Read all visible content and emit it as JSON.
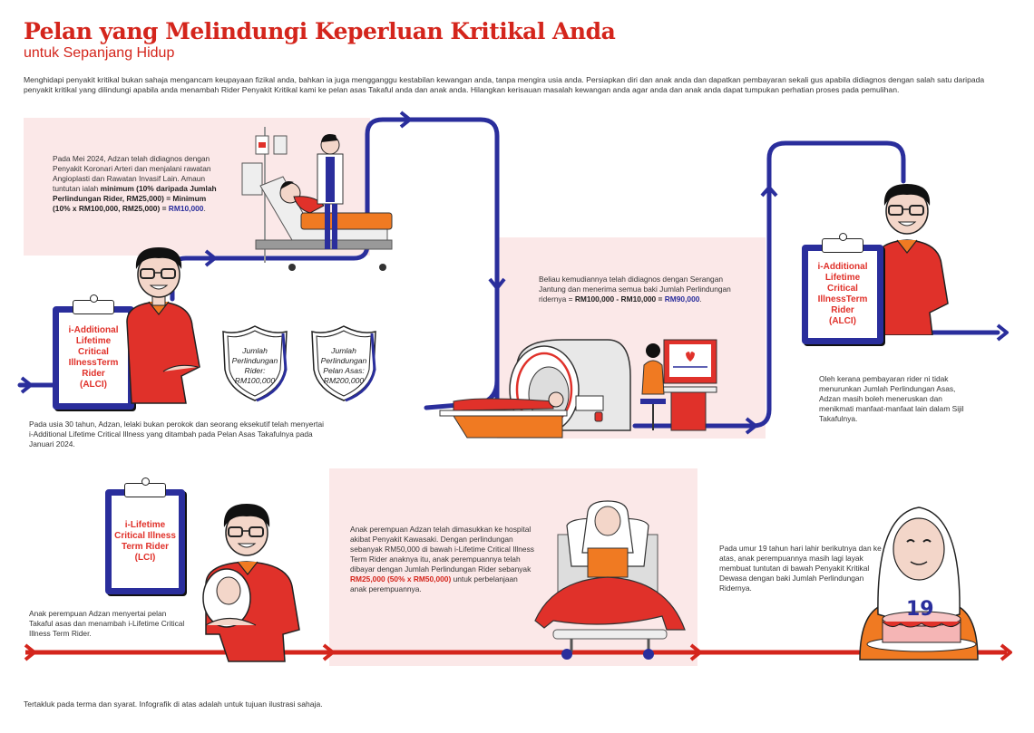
{
  "header": {
    "title": "Pelan yang Melindungi Keperluan Kritikal Anda",
    "subtitle": "untuk Sepanjang Hidup",
    "intro": "Menghidapi penyakit kritikal bukan sahaja mengancam keupayaan fizikal anda, bahkan ia juga mengganggu kestabilan kewangan anda, tanpa mengira usia anda. Persiapkan diri dan anak anda dan dapatkan pembayaran sekali gus apabila didiagnos dengan salah satu daripada penyakit kritikal yang dilindungi apabila anda menambah Rider Penyakit Kritikal kami ke pelan asas Takaful anda dan anak anda. Hilangkan kerisauan masalah kewangan anda agar anda dan anak anda dapat tumpukan perhatian proses pada pemulihan."
  },
  "colors": {
    "brand_red": "#d4251c",
    "path_blue": "#2a2e9c",
    "pink_panel": "#fbe8e8",
    "orange": "#f07a22"
  },
  "step1": {
    "clipboard_lines": [
      "i-Additional",
      "Lifetime",
      "Critical",
      "IllnessTerm",
      "Rider",
      "(ALCI)"
    ],
    "shield_rider": [
      "Jumlah",
      "Perlindungan",
      "Rider:",
      "RM100,000"
    ],
    "shield_base": [
      "Jumlah",
      "Perlindungan",
      "Pelan Asas:",
      "RM200,000"
    ],
    "text": "Pada usia 30 tahun, Adzan, lelaki bukan perokok dan seorang eksekutif telah menyertai i-Additional Lifetime Critical Illness yang ditambah pada Pelan Asas Takafulnya pada Januari 2024."
  },
  "step2": {
    "text_plain": "Pada Mei 2024, Adzan telah didiagnos dengan Penyakit Koronari Arteri dan menjalani rawatan Angioplasti dan Rawatan Invasif Lain. Amaun tuntutan ialah ",
    "text_bold": "minimum (10% daripada Jumlah Perlindungan Rider, RM25,000) = Minimum (10% x RM100,000, RM25,000) = ",
    "text_highlight": "RM10,000",
    "text_end": "."
  },
  "step3": {
    "text_plain": "Beliau kemudiannya telah didiagnos dengan Serangan Jantung dan menerima semua baki Jumlah Perlindungan ridernya = ",
    "text_bold": "RM100,000 - RM10,000 = ",
    "text_highlight": "RM90,000",
    "text_end": "."
  },
  "step4": {
    "clipboard_lines": [
      "i-Additional",
      "Lifetime",
      "Critical",
      "IllnessTerm",
      "Rider",
      "(ALCI)"
    ],
    "text": "Oleh kerana pembayaran rider ni tidak menurunkan Jumlah Perlindungan Asas, Adzan masih boleh meneruskan dan menikmati manfaat-manfaat lain dalam Sijil Takafulnya."
  },
  "step5": {
    "clipboard_lines": [
      "i-Lifetime",
      "Critical Illness",
      "Term Rider",
      "(LCI)"
    ],
    "text": "Anak perempuan Adzan menyertai pelan Takaful asas dan menambah i-Lifetime Critical Illness Term Rider."
  },
  "step6": {
    "text_plain": "Anak perempuan Adzan telah dimasukkan ke hospital akibat Penyakit Kawasaki. Dengan perlindungan sebanyak RM50,000 di bawah i-Lifetime Critical Illness Term Rider anaknya itu, anak perempuannya telah dibayar dengan Jumlah Perlindungan Rider sebanyak ",
    "text_highlight": "RM25,000 (50% x RM50,000)",
    "text_end": " untuk perbelanjaan anak perempuannya."
  },
  "step7": {
    "text": "Pada umur 19 tahun hari lahir berikutnya dan ke atas, anak perempuannya masih lagi layak membuat tuntutan di bawah Penyakit Kritikal Dewasa dengan baki Jumlah Perlindungan Ridernya.",
    "cake_number": "19"
  },
  "footer": {
    "disclaimer": "Tertakluk pada terma dan syarat. Infografik di atas adalah untuk tujuan ilustrasi sahaja."
  }
}
